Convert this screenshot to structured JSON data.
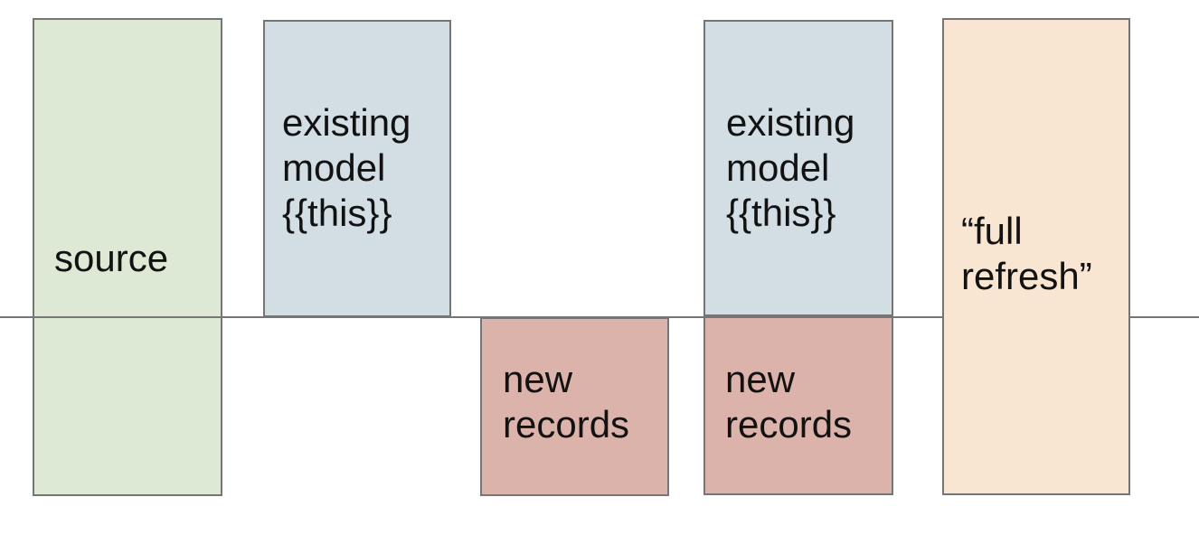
{
  "diagram": {
    "description": "incremental model timeline diagram",
    "colors": {
      "background": "#ffffff",
      "border": "#757575",
      "timeline": "#757575",
      "text": "#121212",
      "source_fill": "#dde8d5",
      "existing_model_fill": "#d2dee3",
      "new_records_fill": "#dcb3aa",
      "full_refresh_fill": "#f8e6d2"
    },
    "boxes": [
      {
        "name": "source-box",
        "label": "source",
        "fill": "#dde8d5"
      },
      {
        "name": "existing-model-box-1",
        "label": "existing model {{this}}",
        "fill": "#d2dee3"
      },
      {
        "name": "new-records-box-1",
        "label": "new records",
        "fill": "#dcb3aa"
      },
      {
        "name": "existing-model-box-2",
        "label": "existing model {{this}}",
        "fill": "#d2dee3"
      },
      {
        "name": "new-records-box-2",
        "label": "new records",
        "fill": "#dcb3aa"
      },
      {
        "name": "full-refresh-box",
        "label": "“full refresh”",
        "fill": "#f8e6d2"
      }
    ]
  }
}
